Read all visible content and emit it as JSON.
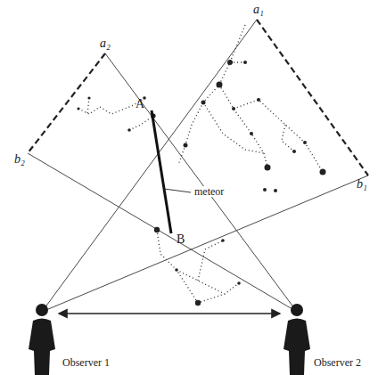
{
  "diagram": {
    "labels": [
      "a₁",
      "a₂",
      "b₁",
      "b₂",
      "A",
      "B",
      "meteor",
      "Observer 1",
      "Observer 2"
    ]
  }
}
